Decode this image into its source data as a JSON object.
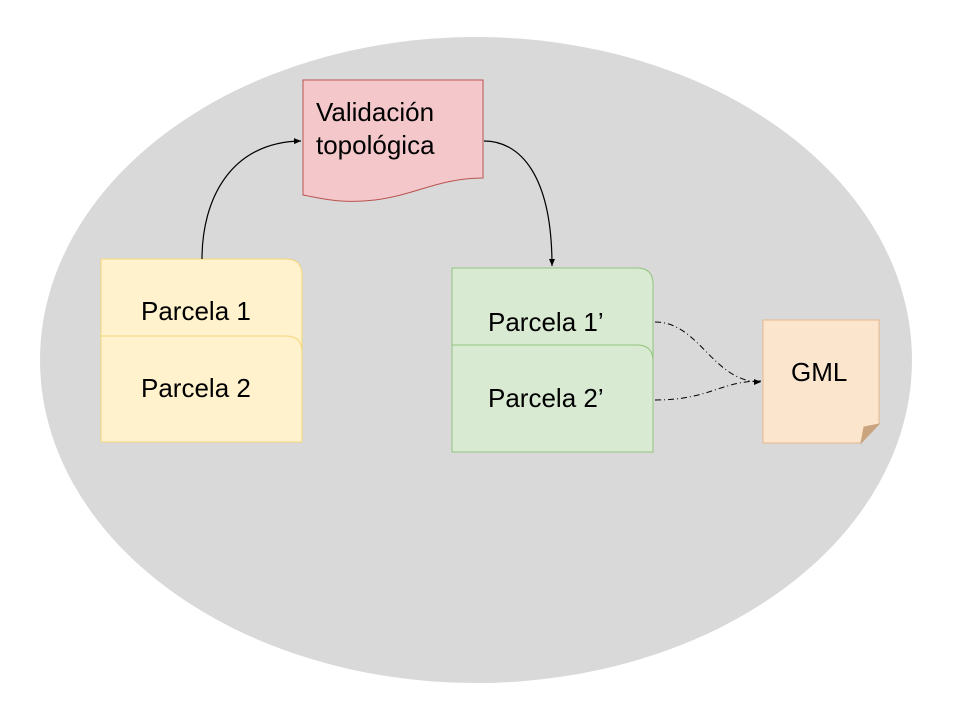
{
  "diagram": {
    "colors": {
      "background_ellipse": "#d9d9d9",
      "validation_fill": "#f4c7cb",
      "validation_stroke": "#b85450",
      "input_fill": "#fff2cc",
      "input_stroke": "#f5d67a",
      "output_fill": "#d9ead3",
      "output_stroke": "#93c47d",
      "gml_fill": "#fce5cd",
      "gml_stroke": "#e6b88a",
      "gml_fold": "#c9a47e",
      "connector": "#000000"
    },
    "validation": {
      "line1": "Validación",
      "line2": "topológica"
    },
    "input": {
      "parcel1": "Parcela 1",
      "parcel2": "Parcela 2"
    },
    "output": {
      "parcel1": "Parcela 1’",
      "parcel2": "Parcela 2’"
    },
    "gml": {
      "label": "GML"
    }
  }
}
